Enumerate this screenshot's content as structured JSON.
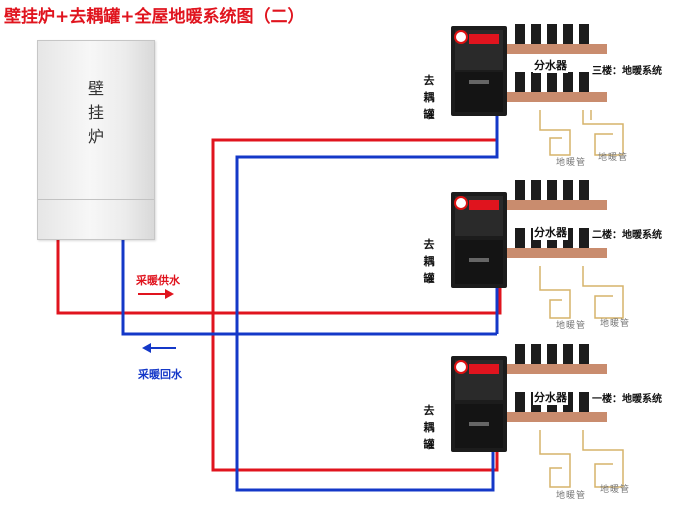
{
  "title": "壁挂炉+去耦罐+全屋地暖系统图（二）",
  "boiler": {
    "label_chars": [
      "壁",
      "挂",
      "炉"
    ]
  },
  "supply_label": "采暖供水",
  "return_label": "采暖回水",
  "colors": {
    "supply": "#e0141e",
    "return": "#1438c8",
    "pump_body": "#1c1c1c",
    "manifold": "#c98c6e"
  },
  "floors": [
    {
      "tank_chars": [
        "去",
        "耦",
        "罐"
      ],
      "manifold_label": "分水器",
      "floor_label": "三楼：地暖系统",
      "heat_labels": [
        "地暖管",
        "地暖管"
      ]
    },
    {
      "tank_chars": [
        "去",
        "耦",
        "罐"
      ],
      "manifold_label": "分水器",
      "floor_label": "二楼：地暖系统",
      "heat_labels": [
        "地暖管",
        "地暖管"
      ]
    },
    {
      "tank_chars": [
        "去",
        "耦",
        "罐"
      ],
      "manifold_label": "分水器",
      "floor_label": "一楼：地暖系统",
      "heat_labels": [
        "地暖管",
        "地暖管"
      ]
    }
  ]
}
